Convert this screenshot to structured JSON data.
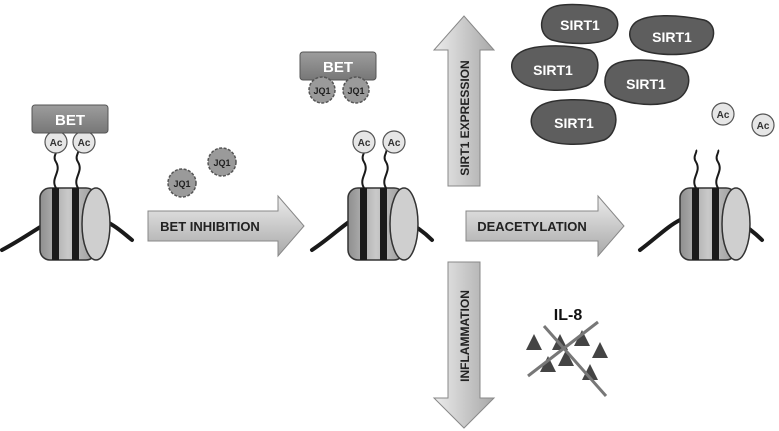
{
  "labels": {
    "bet": "BET",
    "ac": "Ac",
    "jq1": "JQ1",
    "sirt1": "SIRT1",
    "il8": "IL-8",
    "bet_inhibition": "BET INHIBITION",
    "deacetylation": "DEACETYLATION",
    "sirt1_expression": "SIRT1 EXPRESSION",
    "inflammation": "INFLAMMATION"
  },
  "colors": {
    "bet_box": "#8c8c8c",
    "sirt1_blob": "#5e5e5e",
    "jq1_badge": "#9a9a9a",
    "ac_circle": "#e6e6e6",
    "arrow_fill": "#d0d0d0",
    "nucleosome": "#b4b4b4",
    "dna": "#1a1a1a",
    "il8_triangle": "#444444"
  }
}
